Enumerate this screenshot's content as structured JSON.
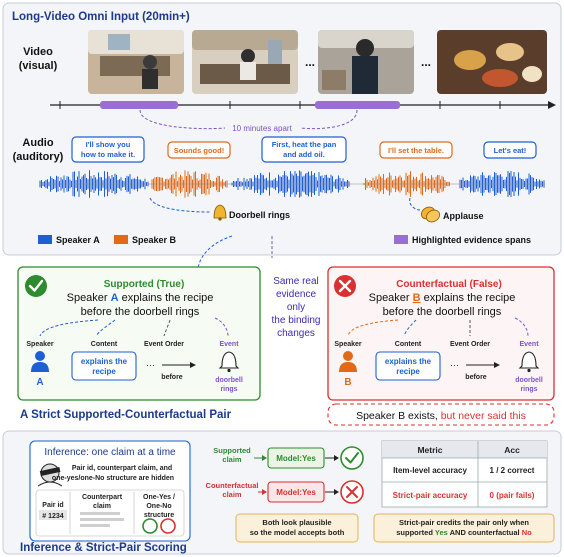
{
  "top": {
    "title": "Long-Video Omni Input (20min+)",
    "video_label": [
      "Video",
      "(visual)"
    ],
    "ellipsis": [
      "...",
      "...",
      "..."
    ],
    "apart_label": "10 minutes apart",
    "audio_label": [
      "Audio",
      "(auditory)"
    ],
    "bubbles": [
      {
        "lines": [
          "I'll show you",
          "how to make it."
        ],
        "speaker": "A"
      },
      {
        "lines": [
          "Sounds good!"
        ],
        "speaker": "B"
      },
      {
        "lines": [
          "First, heat the pan",
          "and add oil."
        ],
        "speaker": "A"
      },
      {
        "lines": [
          "I'll set the table."
        ],
        "speaker": "B"
      },
      {
        "lines": [
          "Let's eat!"
        ],
        "speaker": "A"
      }
    ],
    "doorbell_label": "Doorbell rings",
    "applause_label": "Applause",
    "legend": {
      "speaker_a": "Speaker A",
      "speaker_b": "Speaker B",
      "evidence": "Highlighted evidence spans"
    }
  },
  "pair": {
    "supported": {
      "title": "Supported (True)",
      "claim_line1_pre": "Speaker ",
      "claim_line1_letter": "A",
      "claim_line1_post": " explains the recipe",
      "claim_line2": "before the doorbell rings",
      "speaker_label": "Speaker",
      "content_label": "Content",
      "event_order_label": "Event Order",
      "event_label": "Event",
      "person_letter": "A",
      "content_value": [
        "explains the",
        "recipe"
      ],
      "order_value": "before",
      "event_value": [
        "doorbell",
        "rings"
      ],
      "dots": "···"
    },
    "middle_note": [
      "Same real",
      "evidence",
      "only",
      "the binding",
      "changes"
    ],
    "counterfactual": {
      "title": "Counterfactual (False)",
      "claim_line1_pre": "Speaker ",
      "claim_line1_letter": "B",
      "claim_line1_post": " explains the recipe",
      "claim_line2": "before the doorbell rings",
      "speaker_label": "Speaker",
      "content_label": "Content",
      "event_order_label": "Event Order",
      "event_label": "Event",
      "person_letter": "B",
      "content_value": [
        "explains the",
        "recipe"
      ],
      "order_value": "before",
      "event_value": [
        "doorbell",
        "rings"
      ],
      "dots": "···"
    },
    "section_title": "A Strict Supported-Counterfactual Pair",
    "note_pre": "Speaker B exists, ",
    "note_red": "but never said this"
  },
  "bottom": {
    "inference_title": "Inference: one claim at a time",
    "inference_desc": [
      "Pair id, counterpart claim, and",
      "one-yes/one-No structure are hidden"
    ],
    "table_heads": [
      "Pair id",
      "Counterpart",
      "claim",
      "One-Yes /",
      "One-No",
      "structure"
    ],
    "pair_id_value": "# 1234",
    "flow": [
      {
        "claim": [
          "Supported",
          "claim"
        ],
        "model": "Model:Yes",
        "result": "correct"
      },
      {
        "claim": [
          "Counterfactual",
          "claim"
        ],
        "model": "Model:Yes",
        "result": "wrong"
      }
    ],
    "plausible_note": [
      "Both look plausible",
      "so the model accepts both"
    ],
    "metrics": {
      "headers": [
        "Metric",
        "Acc"
      ],
      "rows": [
        {
          "metric": "Item-level accuracy",
          "acc": "1 / 2 correct"
        },
        {
          "metric": "Strict-pair accuracy",
          "acc": "0 (pair fails)"
        }
      ]
    },
    "strict_note_line1": "Strict-pair credits the pair only when",
    "strict_note_pre": "supported ",
    "strict_note_yes": "Yes",
    "strict_note_mid": " AND counterfactual ",
    "strict_note_no": "No",
    "section_title": "Inference & Strict-Pair Scoring"
  },
  "colors": {
    "speaker_a": "#1f5fd6",
    "speaker_b": "#e06a1a",
    "evidence": "#9b6dd6",
    "supported": "#2e8b2e",
    "counterfactual": "#d93030",
    "title_blue": "#1d3a8a"
  }
}
